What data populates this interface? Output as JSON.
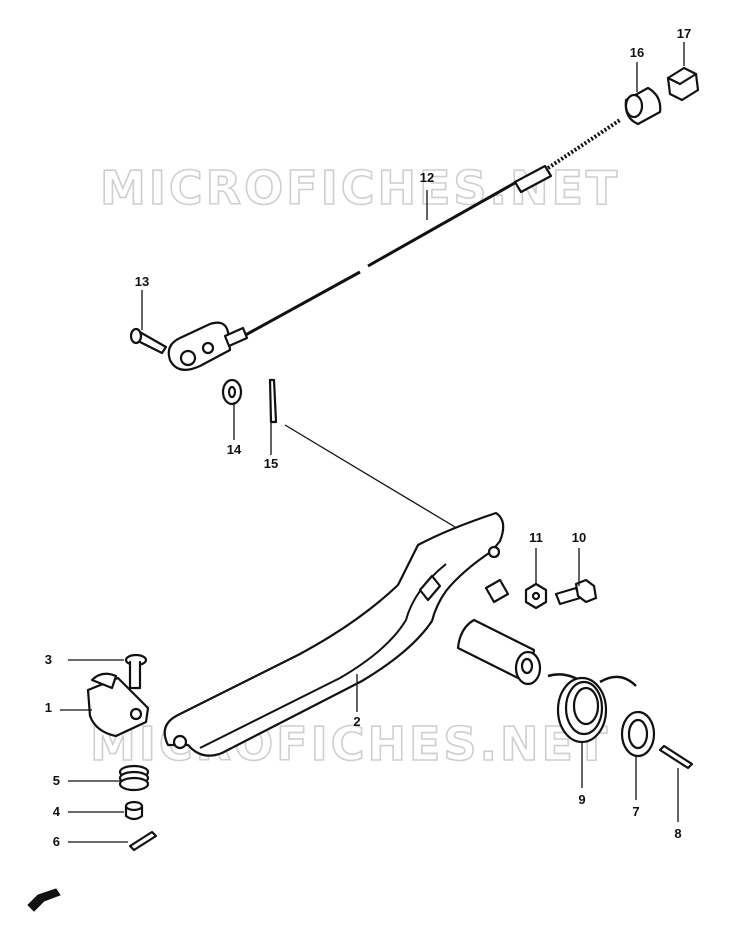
{
  "watermark": "MICROFICHES.NET",
  "callouts": [
    {
      "id": "1",
      "label": "1"
    },
    {
      "id": "2",
      "label": "2"
    },
    {
      "id": "3",
      "label": "3"
    },
    {
      "id": "4",
      "label": "4"
    },
    {
      "id": "5",
      "label": "5"
    },
    {
      "id": "6",
      "label": "6"
    },
    {
      "id": "7",
      "label": "7"
    },
    {
      "id": "8",
      "label": "8"
    },
    {
      "id": "9",
      "label": "9"
    },
    {
      "id": "10",
      "label": "10"
    },
    {
      "id": "11",
      "label": "11"
    },
    {
      "id": "12",
      "label": "12"
    },
    {
      "id": "13",
      "label": "13"
    },
    {
      "id": "14",
      "label": "14"
    },
    {
      "id": "15",
      "label": "15"
    },
    {
      "id": "16",
      "label": "16"
    },
    {
      "id": "17",
      "label": "17"
    }
  ],
  "orientation_icon": "front-arrow-icon"
}
